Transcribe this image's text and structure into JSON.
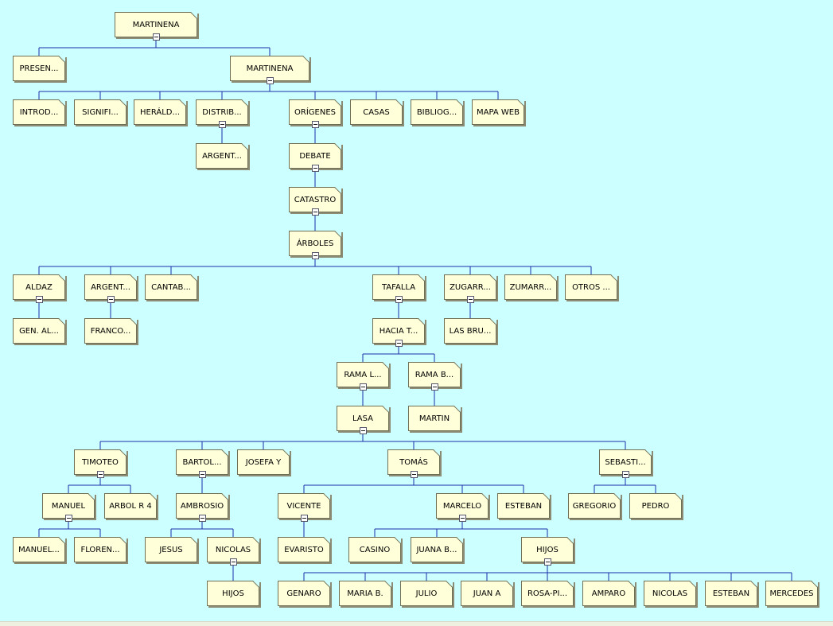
{
  "tree": {
    "label": "MARTINENA",
    "children": [
      {
        "label": "PRESEN..."
      },
      {
        "label": "MARTINENA",
        "children": [
          {
            "label": "INTROD..."
          },
          {
            "label": "SIGNIFI..."
          },
          {
            "label": "HERÁLD..."
          },
          {
            "label": "DISTRIB...",
            "children": [
              {
                "label": "ARGENT..."
              }
            ]
          },
          {
            "label": "ORÍGENES",
            "children": [
              {
                "label": "DEBATE",
                "children": [
                  {
                    "label": "CATASTRO",
                    "children": [
                      {
                        "label": "ÁRBOLES",
                        "children": [
                          {
                            "label": "ALDAZ",
                            "children": [
                              {
                                "label": "GEN. AL..."
                              }
                            ]
                          },
                          {
                            "label": "ARGENT...",
                            "children": [
                              {
                                "label": "FRANCO..."
                              }
                            ]
                          },
                          {
                            "label": "CANTAB..."
                          },
                          {
                            "label": "TAFALLA",
                            "children": [
                              {
                                "label": "HACIA T...",
                                "children": [
                                  {
                                    "label": "RAMA L...",
                                    "children": [
                                      {
                                        "label": "LASA",
                                        "children": [
                                          {
                                            "label": "TIMOTEO",
                                            "children": [
                                              {
                                                "label": "MANUEL",
                                                "children": [
                                                  {
                                                    "label": "MANUEL..."
                                                  },
                                                  {
                                                    "label": "FLOREN..."
                                                  }
                                                ]
                                              },
                                              {
                                                "label": "ARBOL R 4"
                                              }
                                            ]
                                          },
                                          {
                                            "label": "BARTOL...",
                                            "children": [
                                              {
                                                "label": "AMBROSIO",
                                                "children": [
                                                  {
                                                    "label": "JESUS"
                                                  },
                                                  {
                                                    "label": "NICOLAS",
                                                    "children": [
                                                      {
                                                        "label": "HIJOS"
                                                      }
                                                    ]
                                                  }
                                                ]
                                              }
                                            ]
                                          },
                                          {
                                            "label": "JOSEFA Y"
                                          },
                                          {
                                            "label": "TOMÁS",
                                            "children": [
                                              {
                                                "label": "VICENTE",
                                                "children": [
                                                  {
                                                    "label": "EVARISTO"
                                                  }
                                                ]
                                              },
                                              {
                                                "label": "MARCELO",
                                                "children": [
                                                  {
                                                    "label": "CASINO"
                                                  },
                                                  {
                                                    "label": "JUANA B..."
                                                  },
                                                  {
                                                    "label": "HIJOS",
                                                    "children": [
                                                      {
                                                        "label": "GENARO"
                                                      },
                                                      {
                                                        "label": "MARIA B."
                                                      },
                                                      {
                                                        "label": "JULIO"
                                                      },
                                                      {
                                                        "label": "JUAN A"
                                                      },
                                                      {
                                                        "label": "ROSA-PI..."
                                                      },
                                                      {
                                                        "label": "AMPARO"
                                                      },
                                                      {
                                                        "label": "NICOLAS"
                                                      },
                                                      {
                                                        "label": "ESTEBAN"
                                                      },
                                                      {
                                                        "label": "MERCEDES"
                                                      }
                                                    ]
                                                  }
                                                ]
                                              },
                                              {
                                                "label": "ESTEBAN"
                                              }
                                            ]
                                          },
                                          {
                                            "label": "SEBASTI...",
                                            "children": [
                                              {
                                                "label": "GREGORIO"
                                              },
                                              {
                                                "label": "PEDRO"
                                              }
                                            ]
                                          }
                                        ]
                                      }
                                    ]
                                  },
                                  {
                                    "label": "RAMA B...",
                                    "children": [
                                      {
                                        "label": "MARTIN"
                                      }
                                    ]
                                  }
                                ]
                              }
                            ]
                          },
                          {
                            "label": "ZUGARR...",
                            "children": [
                              {
                                "label": "LAS BRU..."
                              }
                            ]
                          },
                          {
                            "label": "ZUMARR..."
                          },
                          {
                            "label": "OTROS ..."
                          }
                        ]
                      }
                    ]
                  }
                ]
              }
            ]
          },
          {
            "label": "CASAS"
          },
          {
            "label": "BIBLIOG..."
          },
          {
            "label": "MAPA WEB"
          }
        ]
      }
    ]
  },
  "colors": {
    "background": "#ccffff",
    "node_fill": "#ffffd9",
    "link": "#1a2ea8"
  }
}
